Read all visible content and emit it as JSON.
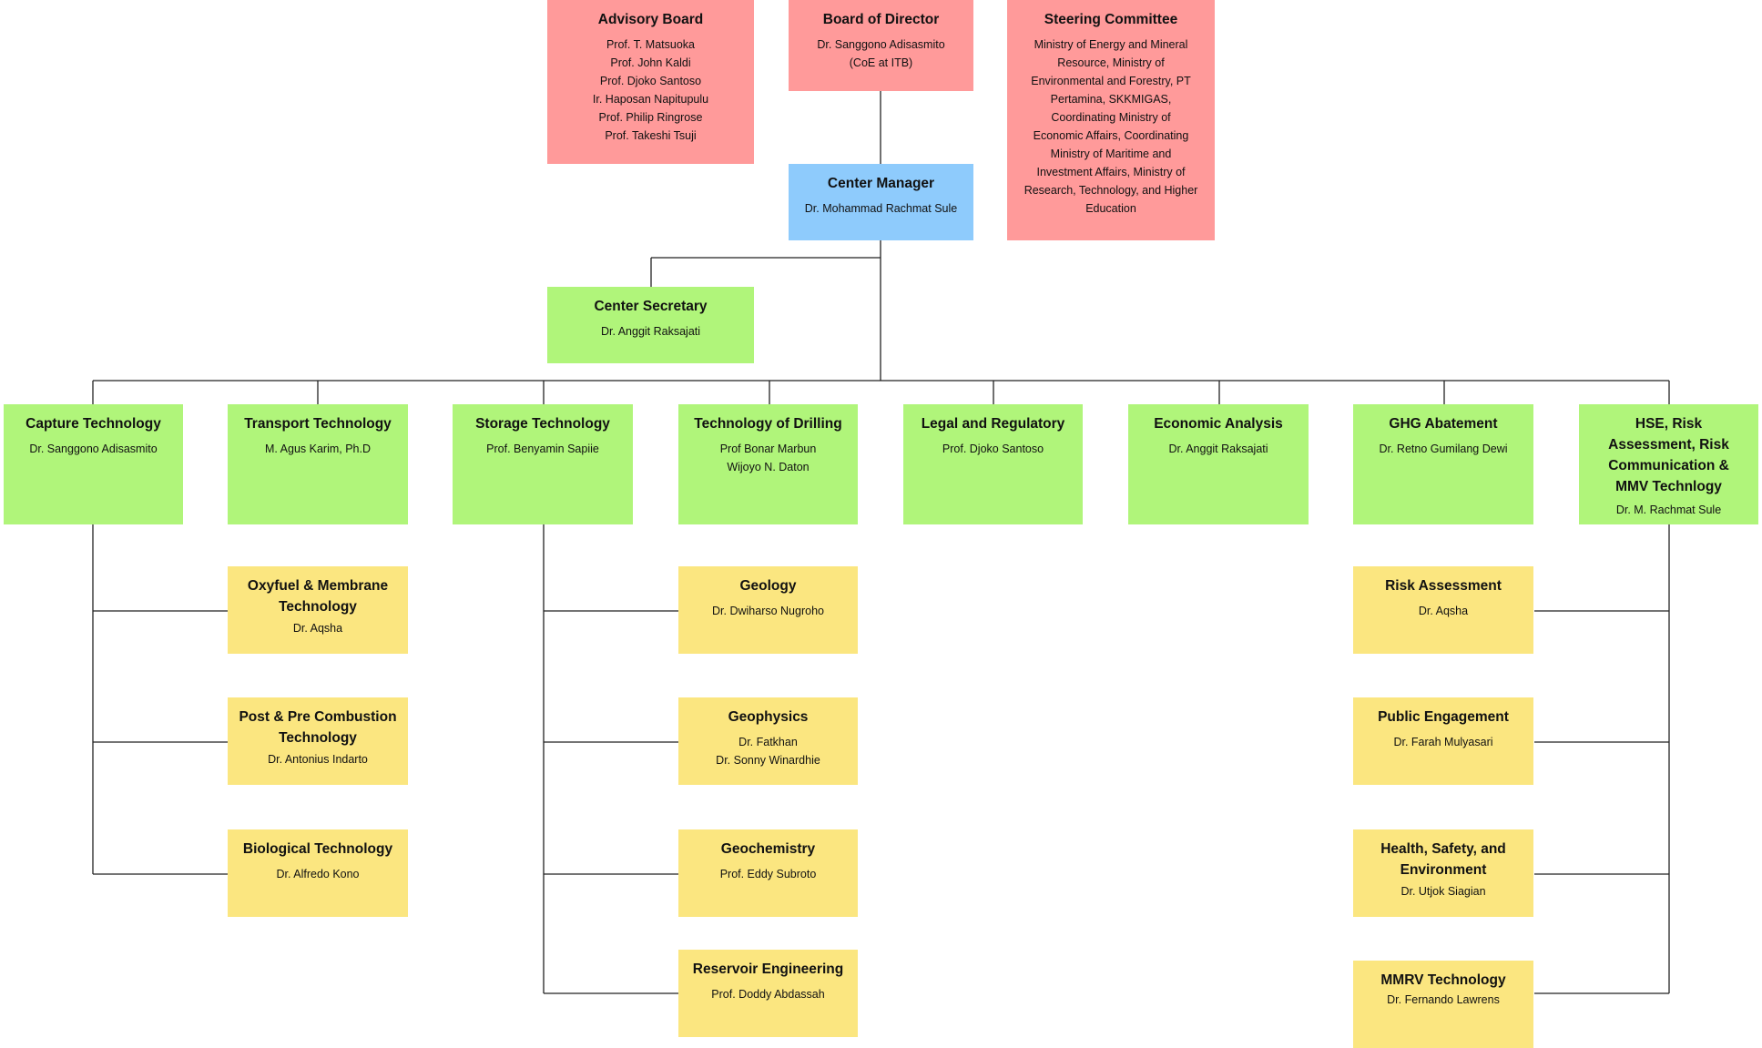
{
  "colors": {
    "governance": "#ff9a9a",
    "manager": "#8ecbfc",
    "unit": "#b0f57a",
    "subunit": "#fbe680",
    "connector": "#222222"
  },
  "top": {
    "advisory_board": {
      "title": "Advisory Board",
      "lines": [
        "Prof. T. Matsuoka",
        "Prof. John Kaldi",
        "Prof. Djoko Santoso",
        "Ir. Haposan Napitupulu",
        "Prof. Philip Ringrose",
        "Prof. Takeshi Tsuji"
      ]
    },
    "board_of_director": {
      "title": "Board of Director",
      "lines": [
        "Dr. Sanggono Adisasmito",
        "(CoE at ITB)"
      ]
    },
    "steering_committee": {
      "title": "Steering Committee",
      "lines": [
        "Ministry of Energy and Mineral",
        "Resource, Ministry of",
        "Environmental and Forestry, PT",
        "Pertamina, SKKMIGAS,",
        "Coordinating Ministry of",
        "Economic Affairs, Coordinating",
        "Ministry of  Maritime and",
        "Investment Affairs, Ministry of",
        "Research, Technology, and Higher",
        "Education"
      ]
    },
    "center_manager": {
      "title": "Center Manager",
      "lines": [
        "Dr. Mohammad Rachmat Sule"
      ]
    },
    "center_secretary": {
      "title": "Center Secretary",
      "lines": [
        "Dr. Anggit Raksajati"
      ]
    }
  },
  "divisions": [
    {
      "title": "Capture Technology",
      "lines": [
        "Dr. Sanggono Adisasmito"
      ]
    },
    {
      "title": "Transport Technology",
      "lines": [
        "M. Agus Karim, Ph.D"
      ]
    },
    {
      "title": "Storage Technology",
      "lines": [
        "Prof. Benyamin Sapiie"
      ]
    },
    {
      "title": "Technology of Drilling",
      "lines": [
        "Prof Bonar Marbun",
        "Wijoyo N. Daton"
      ]
    },
    {
      "title": "Legal and Regulatory",
      "lines": [
        "Prof. Djoko Santoso"
      ]
    },
    {
      "title": "Economic Analysis",
      "lines": [
        "Dr. Anggit Raksajati"
      ]
    },
    {
      "title": "GHG Abatement",
      "lines": [
        "Dr. Retno Gumilang Dewi"
      ]
    },
    {
      "title": "HSE, Risk Assessment, Risk Communication & MMV Technlogy",
      "lines": [
        "Dr. M. Rachmat Sule"
      ]
    }
  ],
  "subunits": {
    "capture": [
      {
        "title": "Oxyfuel & Membrane Technology",
        "lines": [
          "Dr. Aqsha"
        ]
      },
      {
        "title": "Post & Pre Combustion Technology",
        "lines": [
          "Dr. Antonius Indarto"
        ]
      },
      {
        "title": "Biological Technology",
        "lines": [
          "Dr. Alfredo Kono"
        ]
      }
    ],
    "storage": [
      {
        "title": "Geology",
        "lines": [
          "Dr. Dwiharso Nugroho"
        ]
      },
      {
        "title": "Geophysics",
        "lines": [
          "Dr. Fatkhan",
          "Dr. Sonny Winardhie"
        ]
      },
      {
        "title": "Geochemistry",
        "lines": [
          "Prof. Eddy Subroto"
        ]
      },
      {
        "title": "Reservoir Engineering",
        "lines": [
          "Prof. Doddy Abdassah"
        ]
      }
    ],
    "hse": [
      {
        "title": "Risk Assessment",
        "lines": [
          "Dr. Aqsha"
        ]
      },
      {
        "title": "Public Engagement",
        "lines": [
          "Dr. Farah Mulyasari"
        ]
      },
      {
        "title": "Health, Safety, and Environment",
        "lines": [
          "Dr. Utjok Siagian"
        ]
      },
      {
        "title": "MMRV Technology",
        "lines": [
          "Dr. Fernando Lawrens"
        ]
      }
    ]
  }
}
